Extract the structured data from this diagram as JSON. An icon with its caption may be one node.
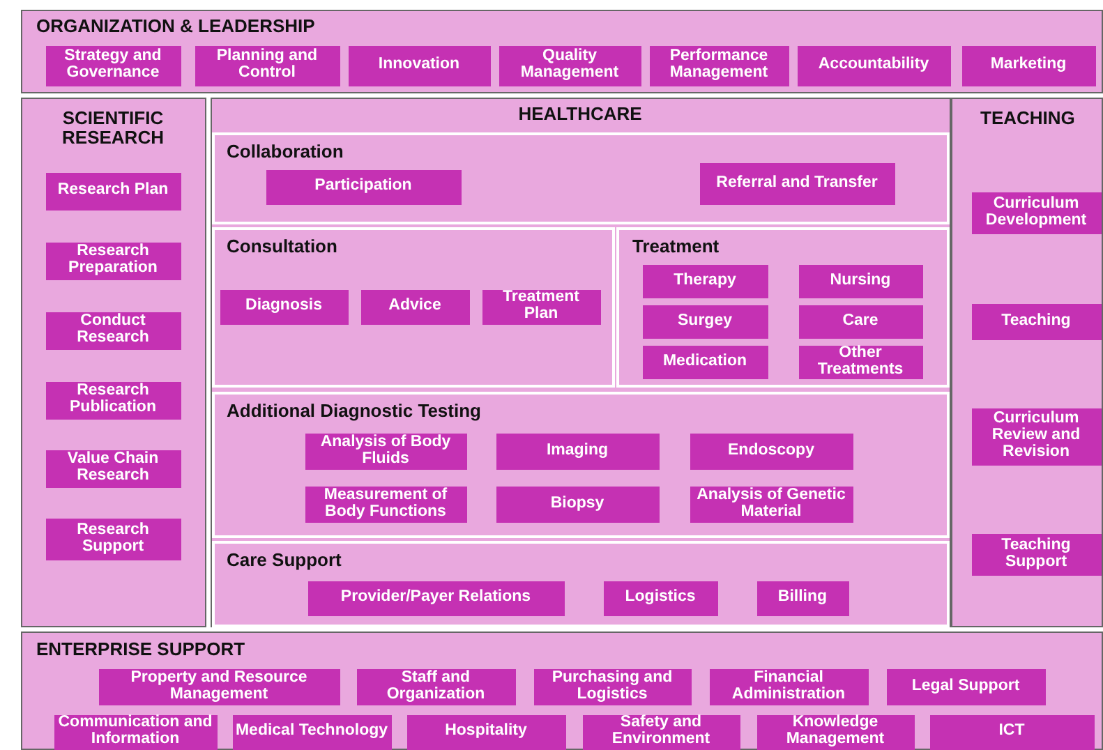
{
  "diagram": {
    "nodes": [
      {
        "text": [
          "ORGANIZATION & LEADERSHIP"
        ]
      },
      {
        "text": [
          "Strategy and Governance"
        ],
        "in": 0
      },
      {
        "text": [
          "Planning and Control"
        ],
        "in": 0
      },
      {
        "text": [
          "Innovation"
        ],
        "in": 0
      },
      {
        "text": [
          "Quality Management"
        ],
        "in": 0
      },
      {
        "text": [
          "Performance Management"
        ],
        "in": 0
      },
      {
        "text": [
          "Accountability"
        ],
        "in": 0
      },
      {
        "text": [
          "Marketing"
        ],
        "in": 0
      },
      {
        "text": [
          "SCIENTIFIC RESEARCH"
        ]
      },
      {
        "text": [
          "Research Plan"
        ],
        "in": 8
      },
      {
        "text": [
          "Research Preparation"
        ],
        "in": 8
      },
      {
        "text": [
          "Conduct Research"
        ],
        "in": 8
      },
      {
        "text": [
          "Research Publication"
        ],
        "in": 8
      },
      {
        "text": [
          "Value Chain Research"
        ],
        "in": 8
      },
      {
        "text": [
          "Research Support"
        ],
        "in": 8
      },
      {
        "text": [
          "HEALTHCARE"
        ]
      },
      {
        "text": [
          "Collaboration"
        ],
        "in": 15
      },
      {
        "text": [
          "Participation"
        ],
        "in": 16
      },
      {
        "text": [
          "Referral and Transfer"
        ],
        "in": 16
      },
      {
        "text": [
          "Consultation"
        ],
        "in": 15
      },
      {
        "text": [
          "Diagnosis"
        ],
        "in": 19
      },
      {
        "text": [
          "Advice"
        ],
        "in": 19
      },
      {
        "text": [
          "Treatment Plan"
        ],
        "in": 19
      },
      {
        "text": [
          "Treatment"
        ],
        "in": 15
      },
      {
        "text": [
          "Therapy"
        ],
        "in": 23
      },
      {
        "text": [
          "Nursing"
        ],
        "in": 23
      },
      {
        "text": [
          "Surgey"
        ],
        "in": 23
      },
      {
        "text": [
          "Care"
        ],
        "in": 23
      },
      {
        "text": [
          "Medication"
        ],
        "in": 23
      },
      {
        "text": [
          "Other Treatments"
        ],
        "in": 23
      },
      {
        "text": [
          "Additional Diagnostic Testing"
        ],
        "in": 15
      },
      {
        "text": [
          "Analysis of Body Fluids"
        ],
        "in": 30
      },
      {
        "text": [
          "Imaging"
        ],
        "in": 30
      },
      {
        "text": [
          "Endoscopy"
        ],
        "in": 30
      },
      {
        "text": [
          "Measurement of Body Functions"
        ],
        "in": 30
      },
      {
        "text": [
          "Biopsy"
        ],
        "in": 30
      },
      {
        "text": [
          "Analysis of Genetic Material"
        ],
        "in": 30
      },
      {
        "text": [
          "Care Support"
        ],
        "in": 15
      },
      {
        "text": [
          "Provider/Payer Relations"
        ],
        "in": 37
      },
      {
        "text": [
          "Logistics"
        ],
        "in": 37
      },
      {
        "text": [
          "Billing"
        ],
        "in": 37
      },
      {
        "text": [
          "TEACHING"
        ]
      },
      {
        "text": [
          "Curriculum Development"
        ],
        "in": 41
      },
      {
        "text": [
          "Teaching"
        ],
        "in": 41
      },
      {
        "text": [
          "Curriculum Review and Revision"
        ],
        "in": 41
      },
      {
        "text": [
          "Teaching Support"
        ],
        "in": 41
      },
      {
        "text": [
          "ENTERPRISE SUPPORT"
        ]
      },
      {
        "text": [
          "Property and Resource Management"
        ],
        "in": 46
      },
      {
        "text": [
          "Staff and Organization"
        ],
        "in": 46
      },
      {
        "text": [
          "Purchasing and Logistics"
        ],
        "in": 46
      },
      {
        "text": [
          "Financial Administration"
        ],
        "in": 46
      },
      {
        "text": [
          "Legal Support"
        ],
        "in": 46
      },
      {
        "text": [
          "Communication and Information"
        ],
        "in": 46
      },
      {
        "text": [
          "Medical Technology"
        ],
        "in": 46
      },
      {
        "text": [
          "Hospitality"
        ],
        "in": 46
      },
      {
        "text": [
          "Safety and Environment"
        ],
        "in": 46
      },
      {
        "text": [
          "Knowledge Management"
        ],
        "in": 46
      },
      {
        "text": [
          "ICT"
        ],
        "in": 46
      }
    ]
  }
}
